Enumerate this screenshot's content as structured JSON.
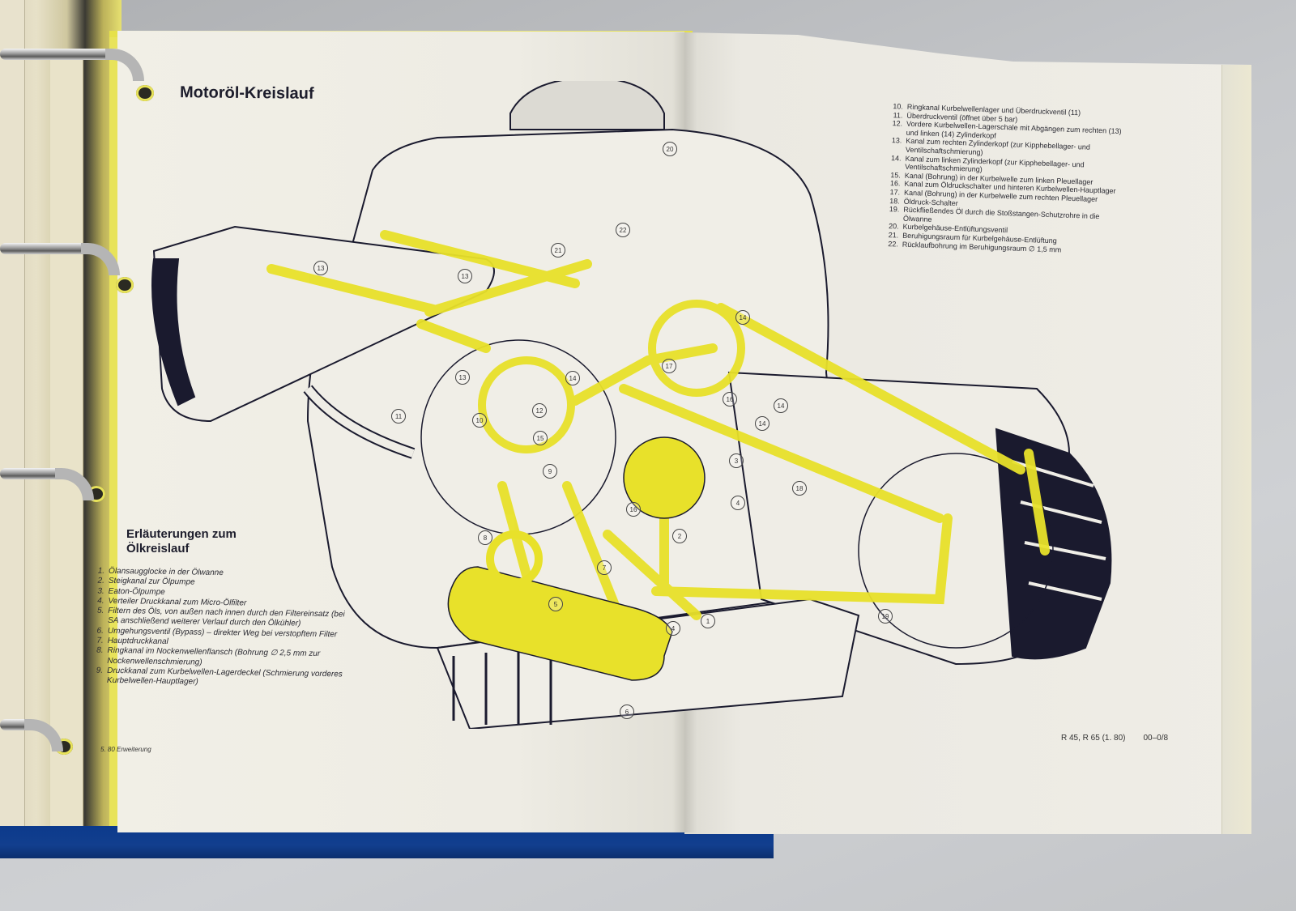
{
  "document": {
    "title": "Motoröl-Kreislauf",
    "legend_heading_line1": "Erläuterungen zum",
    "legend_heading_line2": "Ölkreislauf",
    "legend_items_left": [
      {
        "num": "1.",
        "text": "Ölansaugglocke in der Ölwanne"
      },
      {
        "num": "2.",
        "text": "Steigkanal zur Ölpumpe"
      },
      {
        "num": "3.",
        "text": "Eaton-Ölpumpe"
      },
      {
        "num": "4.",
        "text": "Verteiler Druckkanal zum Micro-Ölfilter"
      },
      {
        "num": "5.",
        "text": "Filtern des Öls, von außen nach innen durch den Filtereinsatz (bei SA anschließend weiterer Verlauf durch den Ölkühler)"
      },
      {
        "num": "6.",
        "text": "Umgehungsventil (Bypass) – direkter Weg bei verstopftem Filter"
      },
      {
        "num": "7.",
        "text": "Hauptdruckkanal"
      },
      {
        "num": "8.",
        "text": "Ringkanal im Nockenwellenflansch (Bohrung ∅ 2,5 mm zur Nockenwellenschmierung)"
      },
      {
        "num": "9.",
        "text": "Druckkanal zum Kurbelwellen-Lagerdeckel (Schmierung vorderes Kurbelwellen-Hauptlager)"
      }
    ],
    "legend_items_right": [
      {
        "num": "10.",
        "text": "Ringkanal Kurbelwellenlager und Überdruckventil (11)"
      },
      {
        "num": "11.",
        "text": "Überdruckventil (öffnet über 5 bar)"
      },
      {
        "num": "12.",
        "text": "Vordere Kurbelwellen-Lagerschale mit Abgängen zum rechten (13) und linken (14) Zylinderkopf"
      },
      {
        "num": "13.",
        "text": "Kanal zum rechten Zylinderkopf (zur Kipphebellager- und Ventilschaftschmierung)"
      },
      {
        "num": "14.",
        "text": "Kanal zum linken Zylinderkopf (zur Kipphebellager- und Ventilschaftschmierung)"
      },
      {
        "num": "15.",
        "text": "Kanal (Bohrung) in der Kurbelwelle zum linken Pleuellager"
      },
      {
        "num": "16.",
        "text": "Kanal zum Öldruckschalter und hinteren Kurbelwellen-Hauptlager"
      },
      {
        "num": "17.",
        "text": "Kanal (Bohrung) in der Kurbelwelle zum rechten Pleuellager"
      },
      {
        "num": "18.",
        "text": "Öldruck-Schalter"
      },
      {
        "num": "19.",
        "text": "Rückfließendes Öl durch die Stoßstangen-Schutzrohre in die Ölwanne"
      },
      {
        "num": "20.",
        "text": "Kurbelgehäuse-Entlüftungsventil"
      },
      {
        "num": "21.",
        "text": "Beruhigungsraum für Kurbelgehäuse-Entlüftung"
      },
      {
        "num": "22.",
        "text": "Rücklaufbohrung im Beruhigungsraum ∅ 1,5 mm"
      }
    ],
    "footer_left": "5. 80 Erweiterung",
    "footer_right_model": "R 45, R 65 (1. 80)",
    "footer_right_page": "00–0/8"
  },
  "diagram": {
    "subject": "engine oil circuit cutaway",
    "highlight_color": "#e8e12a",
    "line_color": "#1a1a2e",
    "callouts": [
      "1",
      "2",
      "3",
      "4",
      "5",
      "6",
      "7",
      "8",
      "9",
      "10",
      "11",
      "12",
      "13",
      "13",
      "14",
      "14",
      "14",
      "15",
      "16",
      "16",
      "17",
      "18",
      "19",
      "20",
      "21",
      "22"
    ]
  },
  "colors": {
    "page": "#eeece4",
    "binder_blue": "#123f8e",
    "binder_yellow": "#e6e14a",
    "ink": "#1d1d2c"
  }
}
